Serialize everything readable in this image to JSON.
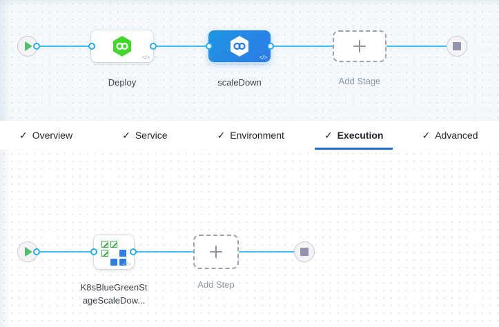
{
  "stage_canvas": {
    "start_node": {
      "name": "pipeline-start",
      "icon": "play-icon"
    },
    "end_node": {
      "name": "pipeline-end",
      "icon": "stop-icon"
    },
    "nodes": [
      {
        "id": "deploy",
        "label": "Deploy",
        "icon": "harness-hexagon-icon",
        "badge": "</>",
        "selected": false
      },
      {
        "id": "scaledown",
        "label": "scaleDown",
        "icon": "harness-hexagon-icon",
        "badge": "</>",
        "selected": true
      }
    ],
    "add_stage": {
      "label": "Add Stage",
      "glyph": "+"
    },
    "colors": {
      "connector": "#3dbbf0",
      "selected_node": "#2378de",
      "deploy_icon": "#44d62c",
      "canvas_bg": "#f3f9fc"
    }
  },
  "tabs": [
    {
      "id": "overview",
      "label": "Overview",
      "check": "✓",
      "active": false
    },
    {
      "id": "service",
      "label": "Service",
      "check": "✓",
      "active": false
    },
    {
      "id": "environment",
      "label": "Environment",
      "check": "✓",
      "active": false
    },
    {
      "id": "execution",
      "label": "Execution",
      "check": "✓",
      "active": true
    },
    {
      "id": "advanced",
      "label": "Advanced",
      "check": "✓",
      "active": false
    }
  ],
  "tab_accent_color": "#1f6ed4",
  "step_canvas": {
    "start_node": {
      "name": "execution-start",
      "icon": "play-icon"
    },
    "end_node": {
      "name": "execution-end",
      "icon": "stop-icon"
    },
    "steps": [
      {
        "id": "k8s-bluegreen-scaledown",
        "label_line1": "K8sBlueGreenSt",
        "label_line2": "ageScaleDow...",
        "icon": "kubernetes-grid-icon",
        "badge": "</>"
      }
    ],
    "add_step": {
      "label": "Add Step",
      "glyph": "+"
    },
    "colors": {
      "connector": "#3dbbf0",
      "icon_green": "#3aa845",
      "icon_blue": "#2f7de1",
      "canvas_bg": "#ffffff"
    }
  }
}
